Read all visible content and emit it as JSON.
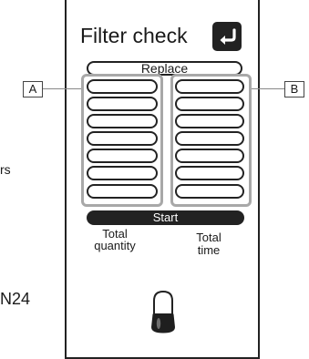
{
  "panel": {
    "title": "Filter check",
    "back_icon": "return-arrow-icon",
    "replace_label": "Replace",
    "start_label": "Start",
    "group_a": {
      "callout": "A",
      "caption_line1": "Total",
      "caption_line2": "quantity",
      "slot_count": 7
    },
    "group_b": {
      "callout": "B",
      "caption_line1": "Total",
      "caption_line2": "time",
      "slot_count": 7
    },
    "lamp_icon": "indicator-lamp-icon"
  },
  "side_text": {
    "left_fragment": "rs",
    "page_id": "N24"
  },
  "colors": {
    "ink": "#222222",
    "frame_gray": "#a8a8a8",
    "leader_gray": "#888888"
  }
}
